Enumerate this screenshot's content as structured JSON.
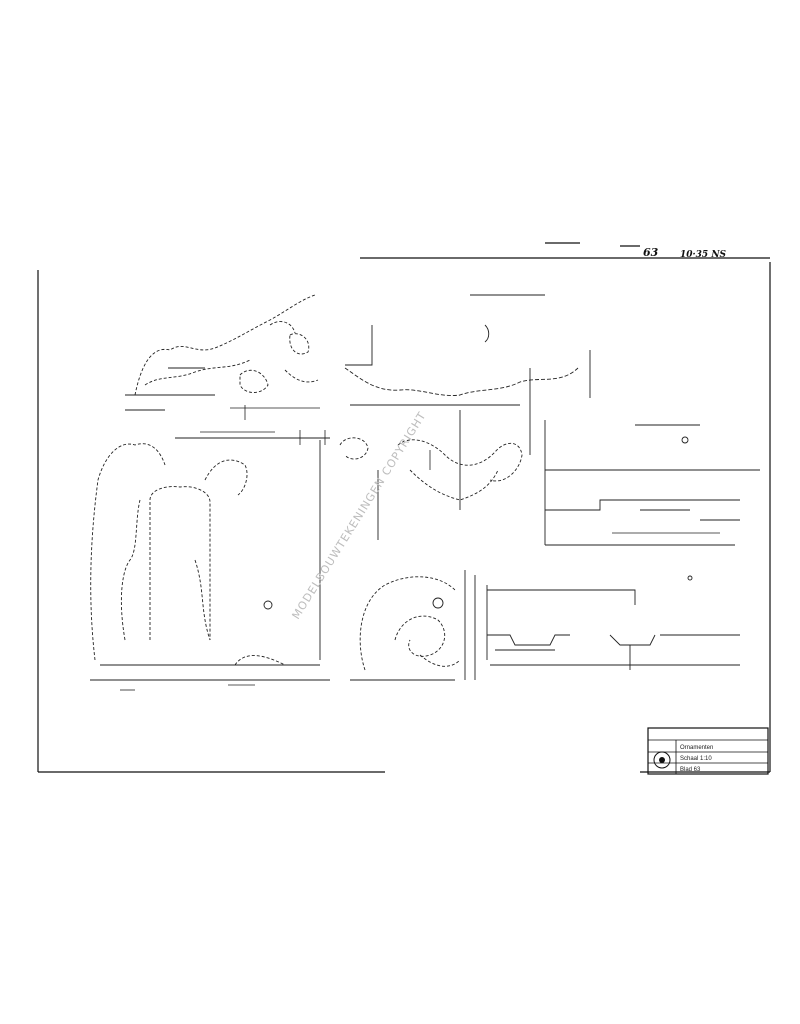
{
  "sheet": {
    "sheet_number": "63",
    "handwritten_note": "10·35 NS",
    "watermark": "MODELBOUWTEKENINGEN COPYRIGHT"
  },
  "title_block": {
    "line_1": "Ornamenten",
    "line_2": "Schaal 1:10",
    "line_3": "Blad 63"
  },
  "colors": {
    "ink": "#111111",
    "paper": "#ffffff",
    "watermark": "#bdbdbd"
  }
}
